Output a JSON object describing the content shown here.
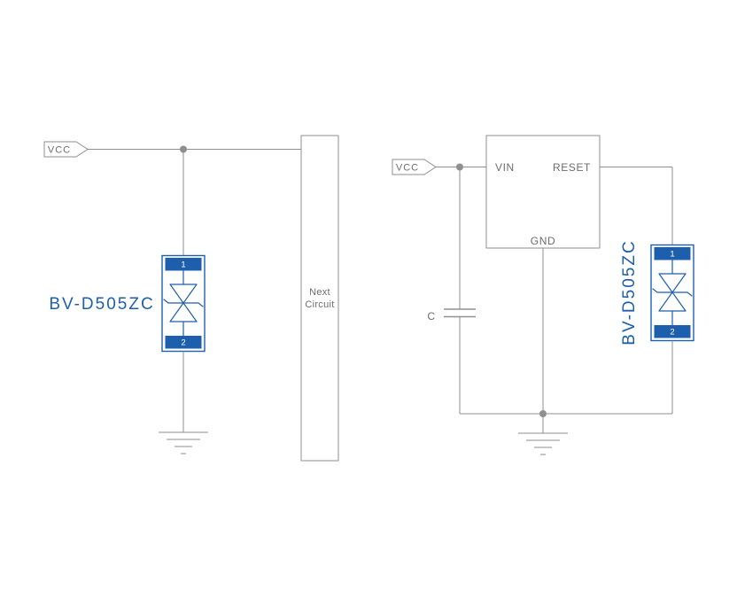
{
  "left_circuit": {
    "vcc_tag": "VCC",
    "component_label": "BV-D505ZC",
    "pin_top": "1",
    "pin_bottom": "2",
    "next_circuit_line1": "Next",
    "next_circuit_line2": "Circuit"
  },
  "right_circuit": {
    "vcc_tag": "VCC",
    "vin_pin": "VIN",
    "reset_pin": "RESET",
    "gnd_pin": "GND",
    "capacitor_label": "C",
    "component_label": "BV-D505ZC",
    "pin_top": "1",
    "pin_bottom": "2"
  },
  "colors": {
    "wire_gray": "#8f8f8f",
    "label_gray": "#6d6d6d",
    "component_blue": "#1e5fad",
    "pad_number_white": "#ffffff",
    "background_white": "#ffffff"
  }
}
